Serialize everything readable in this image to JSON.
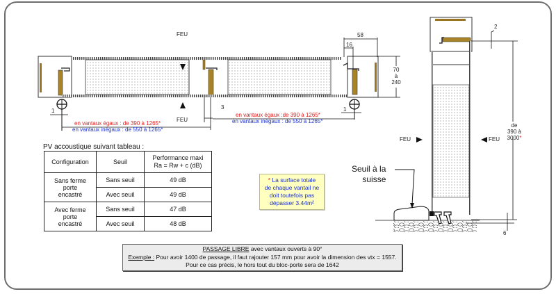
{
  "plan_view": {
    "fire_top_label": "FEU",
    "fire_bottom_label": "FEU",
    "dim_16": "16",
    "dim_58": "58",
    "dim_thickness": [
      "70",
      "à",
      "240"
    ],
    "dim_left_gap": "1",
    "dim_right_gap": "1",
    "dim_center_gap": "3",
    "left_leaf": {
      "equal": "en vantaux égaux : de 390 à 1265*",
      "unequal": "en vantaux inégaux : de 550 à 1265*"
    },
    "right_leaf": {
      "equal": "en vantaux égaux :de 390 à 1265*",
      "unequal": "en vantaux inégaux : de 550 à 1265*"
    }
  },
  "section_view": {
    "fire_left_label": "FEU",
    "fire_right_label": "FEU",
    "dim_top": "2",
    "dim_height": [
      "de",
      "390 à",
      "3000"
    ],
    "dim_height_star": "*",
    "dim_bottom": "6",
    "threshold_label": [
      "Seuil à la",
      "suisse"
    ]
  },
  "acoustic": {
    "title": "PV accoustique suivant tableau :",
    "headers": [
      "Configuration",
      "Seuil",
      "Performance maxi",
      "Ra = Rw + c (dB)"
    ],
    "groups": [
      {
        "config": [
          "Sans ferme",
          "porte",
          "encastré"
        ],
        "rows": [
          [
            "Sans seuil",
            "49 dB"
          ],
          [
            "Avec seuil",
            "49 dB"
          ]
        ]
      },
      {
        "config": [
          "Avec ferme",
          "porte",
          "encastré"
        ],
        "rows": [
          [
            "Sans seuil",
            "47 dB"
          ],
          [
            "Avec seuil",
            "48 dB"
          ]
        ]
      }
    ]
  },
  "note": {
    "star": "*",
    "lines": [
      "La surface totale",
      "de chaque vantail ne",
      "doit toutefois pas",
      "dépasser 3.44m²"
    ]
  },
  "passage": {
    "title_u": "PASSAGE LIBRE",
    "title_rest": " avec vantaux ouverts à 90°",
    "example_u": "Exemple :",
    "example_rest": " Pour avoir 1400 de passage, il faut rajouter 157 mm pour avoir la dimension des vtx = 1557.",
    "line3": "Pour ce cas précis, le hors tout du bloc-porte sera de 1642"
  }
}
